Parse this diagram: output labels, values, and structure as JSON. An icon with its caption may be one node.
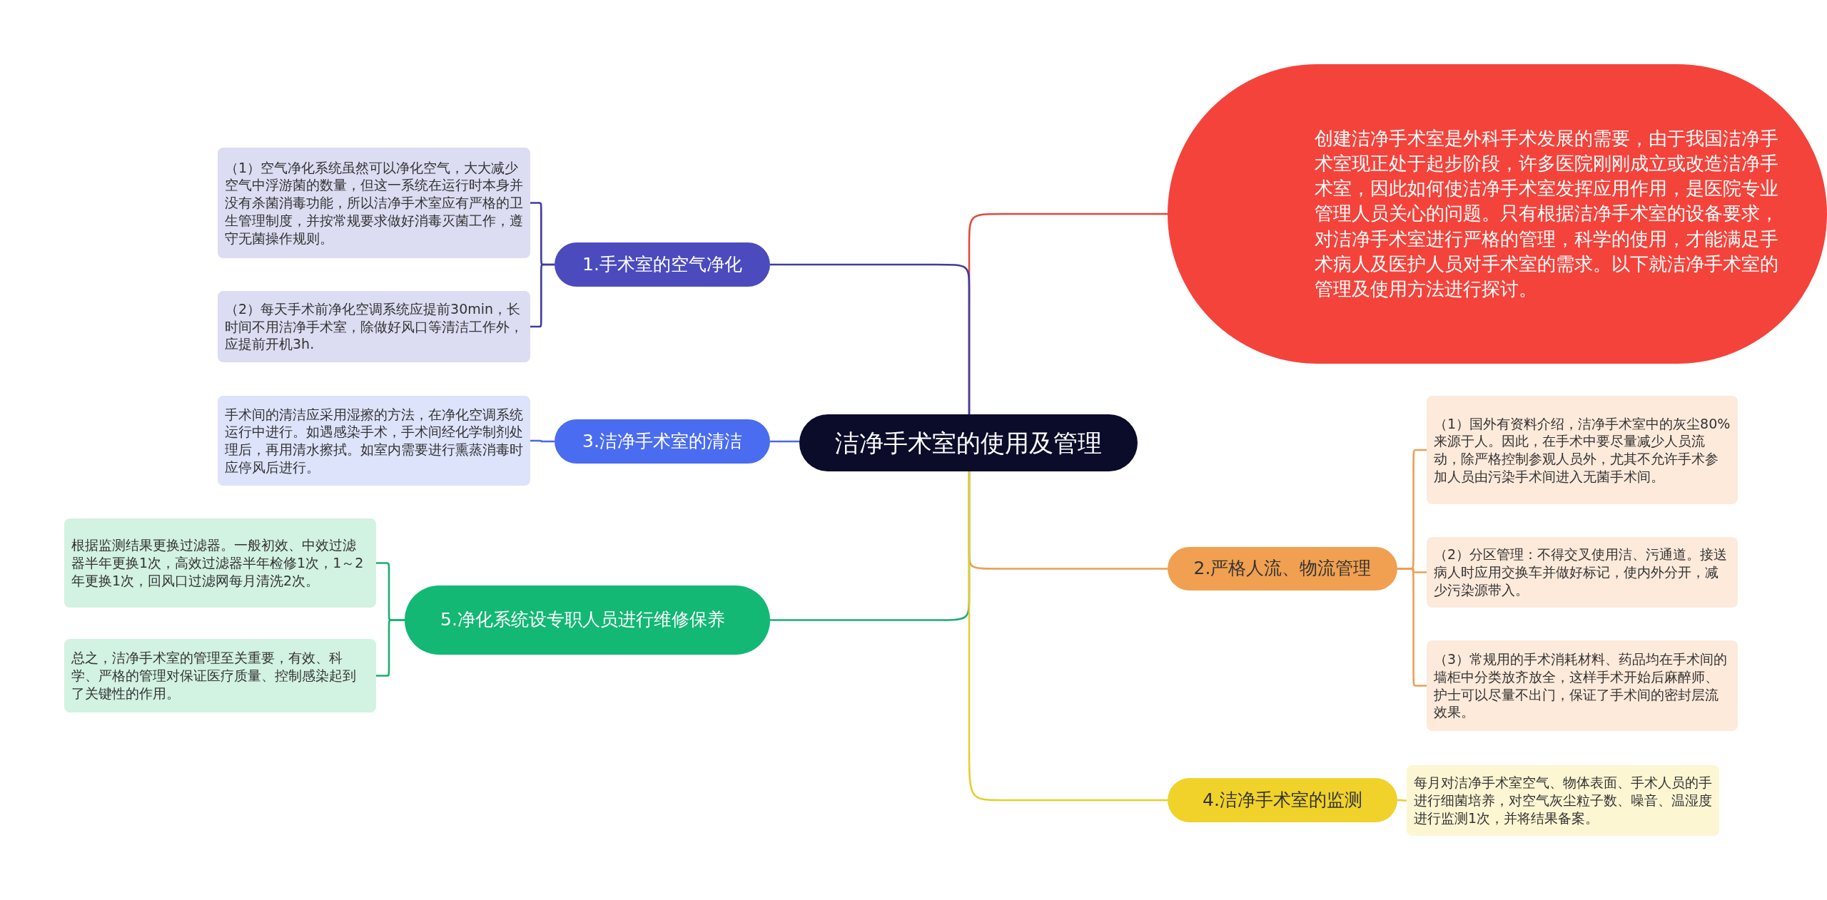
{
  "diagram": {
    "nodes": [
      {
        "text": [
          "洁净手术室的使用及管理"
        ]
      },
      {
        "text": [
          "创建洁净手术室是外科手术发展的需要，由于我国洁净手术室现正处于起步阶段，许多医院刚刚成立或改造洁净手术室，因此如何使洁净手术室发挥应用作用，是医院专业管理人员关心的问题。只有根据洁净手术室的设备要求，对洁净手术室进行严格的管理，科学的使用，才能满足手术病人及医护人员对手术室的需求。以下就洁净手术室的管理及使用方法进行探讨。"
        ]
      },
      {
        "text": [
          "1.手术室的空气净化"
        ]
      },
      {
        "text": [
          "（1）空气净化系统虽然可以净化空气，大大减少空气中浮游菌的数量，但这一系统在运行时本身并没有杀菌消毒功能，所以洁净手术室应有严格的卫生管理制度，并按常规要求做好消毒灭菌工作，遵守无菌操作规则。"
        ]
      },
      {
        "text": [
          "（2）每天手术前净化空调系统应提前30min，长时间不用洁净手术室，除做好风口等清洁工作外，应提前开机3h."
        ]
      },
      {
        "text": [
          "3.洁净手术室的清洁"
        ]
      },
      {
        "text": [
          "手术间的清洁应采用湿擦的方法，在净化空调系统运行中进行。如遇感染手术，手术间经化学制剂处理后，再用清水擦拭。如室内需要进行熏蒸消毒时应停风后进行。"
        ]
      },
      {
        "text": [
          "2.严格人流、物流管理"
        ]
      },
      {
        "text": [
          "（1）国外有资料介绍，洁净手术室中的灰尘80%来源于人。因此，在手术中要尽量减少人员流动，除严格控制参观人员外，尤其不允许手术参加人员由污染手术间进入无菌手术间。"
        ]
      },
      {
        "text": [
          "（2）分区管理：不得交叉使用洁、污通道。接送病人时应用交换车并做好标记，使内外分开，减少污染源带入。"
        ]
      },
      {
        "text": [
          "（3）常规用的手术消耗材料、药品均在手术间的墙柜中分类放齐放全，这样手术开始后麻醉师、护士可以尽量不出门，保证了手术间的密封层流效果。"
        ]
      },
      {
        "text": [
          "5.净化系统设专职人员进行维修保养"
        ]
      },
      {
        "text": [
          "根据监测结果更换过滤器。一般初效、中效过滤器半年更换1次，高效过滤器半年检修1次，1～2年更换1次，回风口过滤网每月清洗2次。"
        ]
      },
      {
        "text": [
          "总之，洁净手术室的管理至关重要，有效、科学、严格的管理对保证医疗质量、控制感染起到了关键性的作用。"
        ]
      },
      {
        "text": [
          "4.洁净手术室的监测"
        ]
      },
      {
        "text": [
          "每月对洁净手术室空气、物体表面、手术人员的手进行细菌培养，对空气灰尘粒子数、噪音、温湿度进行监测1次，并将结果备案。"
        ]
      }
    ],
    "edges": [
      {
        "from": 0,
        "to": 1,
        "arrow": "none",
        "color": "#e04a3e"
      },
      {
        "from": 0,
        "to": 2,
        "arrow": "none",
        "color": "#3d3d9e"
      },
      {
        "from": 2,
        "to": 3,
        "arrow": "none",
        "color": "#3d3d9e"
      },
      {
        "from": 2,
        "to": 4,
        "arrow": "none",
        "color": "#3d3d9e"
      },
      {
        "from": 0,
        "to": 5,
        "arrow": "none",
        "color": "#4a68e8"
      },
      {
        "from": 5,
        "to": 6,
        "arrow": "none",
        "color": "#4a68e8"
      },
      {
        "from": 0,
        "to": 7,
        "arrow": "none",
        "color": "#e9a055"
      },
      {
        "from": 7,
        "to": 8,
        "arrow": "none",
        "color": "#e9a055"
      },
      {
        "from": 7,
        "to": 9,
        "arrow": "none",
        "color": "#e9a055"
      },
      {
        "from": 7,
        "to": 10,
        "arrow": "none",
        "color": "#e9a055"
      },
      {
        "from": 0,
        "to": 11,
        "arrow": "none",
        "color": "#1bae70"
      },
      {
        "from": 11,
        "to": 12,
        "arrow": "none",
        "color": "#1bae70"
      },
      {
        "from": 11,
        "to": 13,
        "arrow": "none",
        "color": "#1bae70"
      },
      {
        "from": 0,
        "to": 14,
        "arrow": "none",
        "color": "#e8cd2e"
      },
      {
        "from": 14,
        "to": 15,
        "arrow": "none",
        "color": "#e8cd2e"
      }
    ]
  }
}
